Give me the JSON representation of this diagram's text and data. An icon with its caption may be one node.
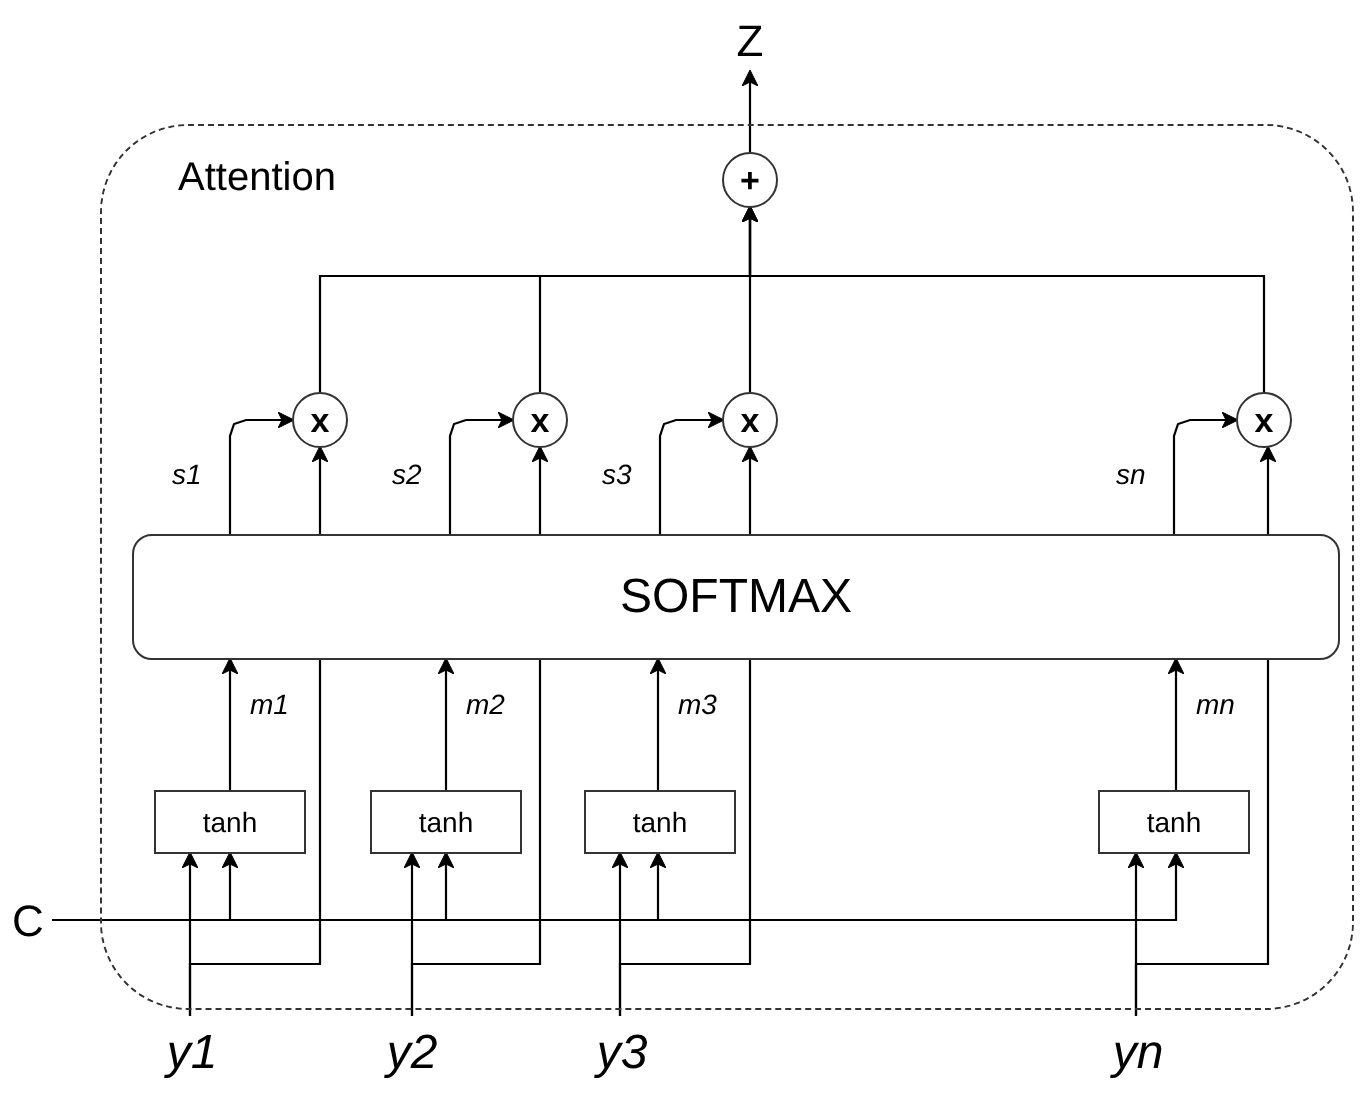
{
  "diagram": {
    "nodes": [
      {
        "text": [
          "Attention"
        ]
      },
      {
        "text": [
          "SOFTMAX"
        ],
        "in": 0
      },
      {
        "text": [
          "tanh"
        ],
        "in": 0
      },
      {
        "text": [
          "tanh"
        ],
        "in": 0
      },
      {
        "text": [
          "tanh"
        ],
        "in": 0
      },
      {
        "text": [
          "tanh"
        ],
        "in": 0
      },
      {
        "text": [
          "x"
        ],
        "in": 0
      },
      {
        "text": [
          "x"
        ],
        "in": 0
      },
      {
        "text": [
          "x"
        ],
        "in": 0
      },
      {
        "text": [
          "x"
        ],
        "in": 0
      },
      {
        "text": [
          "+"
        ],
        "in": 0
      },
      {
        "text": [
          "Z"
        ]
      },
      {
        "text": [
          "C"
        ]
      },
      {
        "text": [
          "y1"
        ]
      },
      {
        "text": [
          "y2"
        ]
      },
      {
        "text": [
          "y3"
        ]
      },
      {
        "text": [
          "yn"
        ]
      }
    ],
    "edges": [
      {
        "from": 13,
        "to": 2,
        "arrow": "to"
      },
      {
        "from": 14,
        "to": 3,
        "arrow": "to"
      },
      {
        "from": 15,
        "to": 4,
        "arrow": "to"
      },
      {
        "from": 16,
        "to": 5,
        "arrow": "to"
      },
      {
        "from": 12,
        "to": 2,
        "arrow": "to"
      },
      {
        "from": 12,
        "to": 3,
        "arrow": "to"
      },
      {
        "from": 12,
        "to": 4,
        "arrow": "to"
      },
      {
        "from": 12,
        "to": 5,
        "arrow": "to"
      },
      {
        "from": 13,
        "to": 1,
        "arrow": "none"
      },
      {
        "from": 14,
        "to": 1,
        "arrow": "none"
      },
      {
        "from": 15,
        "to": 1,
        "arrow": "none"
      },
      {
        "from": 16,
        "to": 1,
        "arrow": "none"
      },
      {
        "from": 2,
        "to": 1,
        "arrow": "to",
        "label": "m1"
      },
      {
        "from": 3,
        "to": 1,
        "arrow": "to",
        "label": "m2"
      },
      {
        "from": 4,
        "to": 1,
        "arrow": "to",
        "label": "m3"
      },
      {
        "from": 5,
        "to": 1,
        "arrow": "to",
        "label": "mn"
      },
      {
        "from": 1,
        "to": 6,
        "arrow": "to",
        "label": "s1"
      },
      {
        "from": 1,
        "to": 7,
        "arrow": "to",
        "label": "s2"
      },
      {
        "from": 1,
        "to": 8,
        "arrow": "to",
        "label": "s3"
      },
      {
        "from": 1,
        "to": 9,
        "arrow": "to",
        "label": "sn"
      },
      {
        "from": 1,
        "to": 6,
        "arrow": "to"
      },
      {
        "from": 1,
        "to": 7,
        "arrow": "to"
      },
      {
        "from": 1,
        "to": 8,
        "arrow": "to"
      },
      {
        "from": 1,
        "to": 9,
        "arrow": "to"
      },
      {
        "from": 6,
        "to": 10,
        "arrow": "to"
      },
      {
        "from": 7,
        "to": 10,
        "arrow": "to"
      },
      {
        "from": 8,
        "to": 10,
        "arrow": "to"
      },
      {
        "from": 9,
        "to": 10,
        "arrow": "to"
      },
      {
        "from": 10,
        "to": 11,
        "arrow": "to"
      }
    ]
  }
}
